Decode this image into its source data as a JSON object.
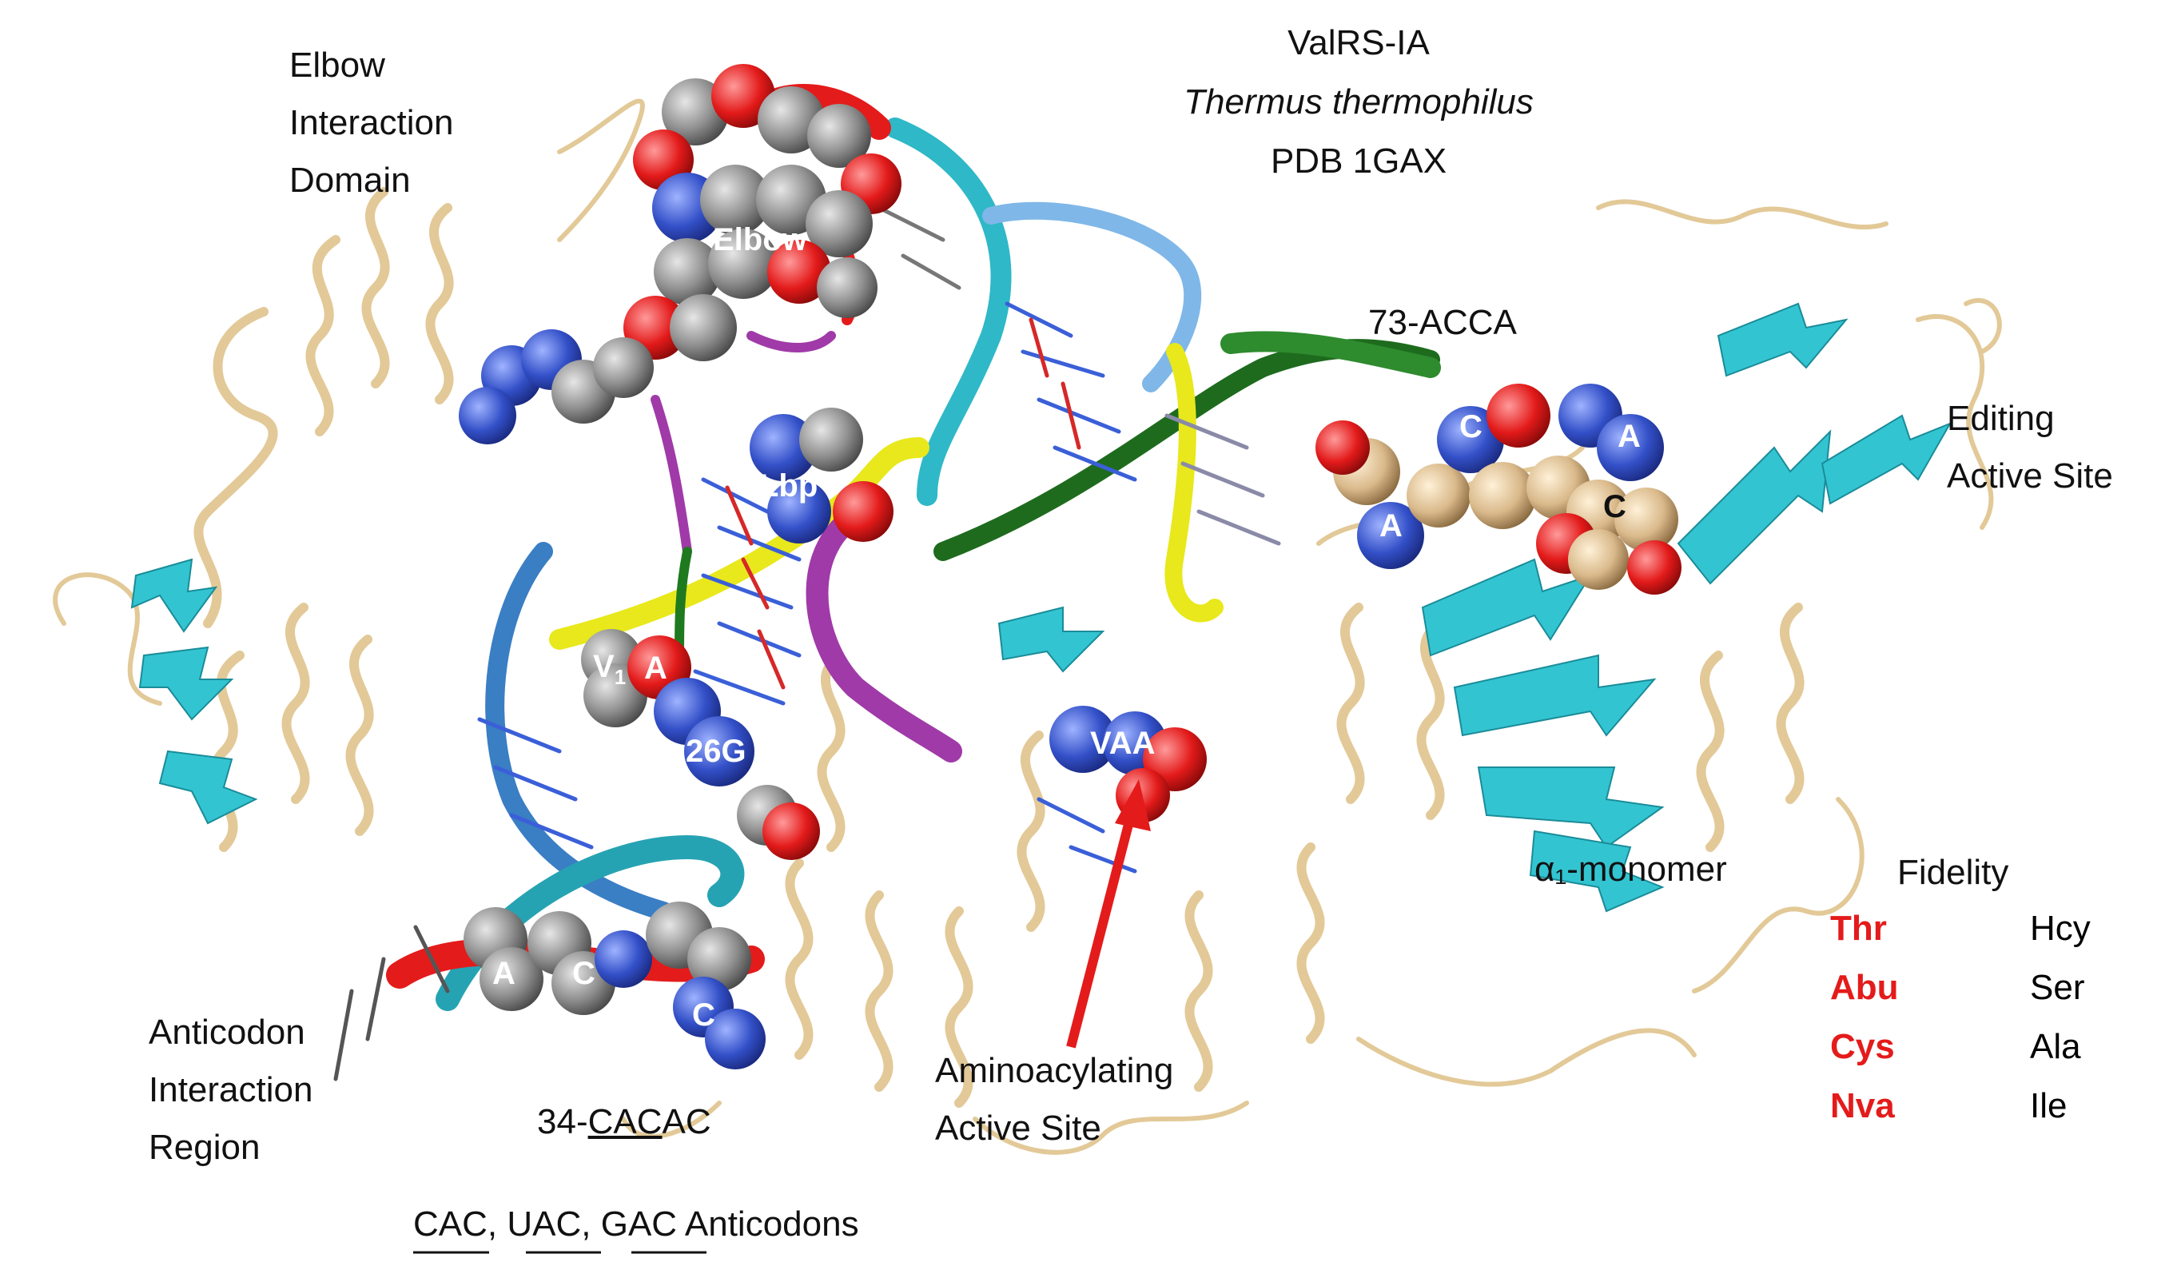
{
  "title": {
    "line1": "ValRS-IA",
    "line2": "Thermus thermophilus",
    "line3": "PDB 1GAX"
  },
  "labels": {
    "elbow_domain": [
      "Elbow",
      "Interaction",
      "Domain"
    ],
    "editing_site": [
      "Editing",
      "Active Site"
    ],
    "anticodon_region": [
      "Anticodon",
      "Interaction",
      "Region"
    ],
    "aminoacylating_site": [
      "Aminoacylating",
      "Active Site"
    ],
    "acca": "73-ACCA",
    "monomer": "α₁-monomer",
    "anticodon_seq": {
      "underlined": "CAC",
      "rest": "AC",
      "prefix": "34-"
    },
    "anticodons_line": {
      "a": "CAC",
      "b": "UAC",
      "c": "GAC",
      "suffix": "Anticodons"
    }
  },
  "atom_labels": {
    "elbow": "Elbow",
    "lbp": "Lbp",
    "v1": "V",
    "v1_sub": "1",
    "a_red": "A",
    "g26": "26G",
    "vaa": "VAA",
    "c1": "C",
    "a1": "A",
    "a2": "A",
    "c2": "C",
    "ac_a": "A",
    "ac_c": "C",
    "ac_c2": "C"
  },
  "fidelity": {
    "heading": "Fidelity",
    "rows": [
      {
        "rejected": "Thr",
        "other": "Hcy"
      },
      {
        "rejected": "Abu",
        "other": "Ser"
      },
      {
        "rejected": "Cys",
        "other": "Ala"
      },
      {
        "rejected": "Nva",
        "other": "Ile"
      }
    ]
  },
  "colors": {
    "protein": "#e8d3a6",
    "beta": "#33c4d1",
    "rna_backbone": "#2fb8c7",
    "yellow": "#e8e81c",
    "green": "#2e8b2e",
    "magenta": "#a03aa8",
    "red": "#e41b1b",
    "atom_grey": "#8c8c8c",
    "atom_blue": "#3350c8",
    "atom_red": "#e31a1a",
    "tan_atom": "#d9b98a"
  }
}
